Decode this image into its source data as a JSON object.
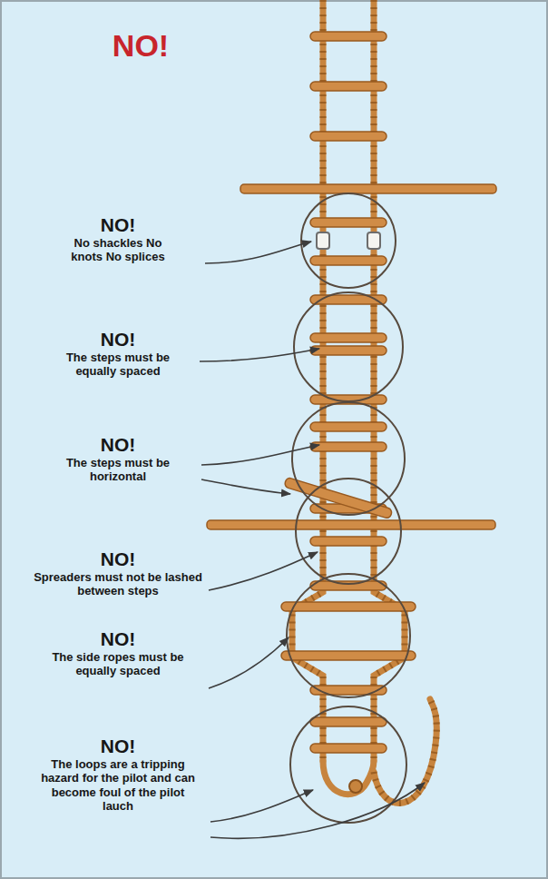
{
  "diagram": {
    "title": "NO!",
    "labels": [
      "NO!",
      "No shackles No knots No splices",
      "NO!",
      "The steps must be equally spaced",
      "NO!",
      "The steps must be horizontal",
      "NO!",
      "Spreaders must not be lashed between steps",
      "NO!",
      "The side ropes must be equally spaced",
      "NO!",
      "The loops are a tripping hazard for the pilot and can become foul of the pilot lauch"
    ]
  }
}
